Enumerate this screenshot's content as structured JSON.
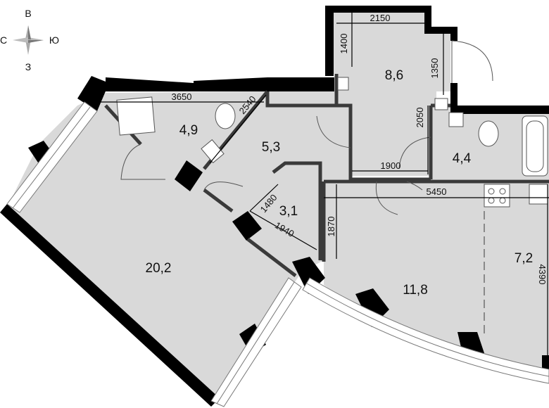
{
  "compass": {
    "north": "В",
    "west": "С",
    "east": "Ю",
    "south": "З"
  },
  "rooms": [
    {
      "id": "living",
      "area": "20,2"
    },
    {
      "id": "bath1",
      "area": "4,9"
    },
    {
      "id": "hall",
      "area": "5,3"
    },
    {
      "id": "wardrobe",
      "area": "3,1"
    },
    {
      "id": "bedroom",
      "area": "8,6"
    },
    {
      "id": "bath2",
      "area": "4,4"
    },
    {
      "id": "room",
      "area": "11,8"
    },
    {
      "id": "kitchen",
      "area": "7,2"
    }
  ],
  "dimensions": {
    "d2150": "2150",
    "d1400": "1400",
    "d1350": "1350",
    "d3650": "3650",
    "d2540": "2540",
    "d2050": "2050",
    "d1900": "1900",
    "d5450": "5450",
    "d1480": "1480",
    "d1940": "1940",
    "d1870": "1870",
    "d4390": "4390"
  }
}
